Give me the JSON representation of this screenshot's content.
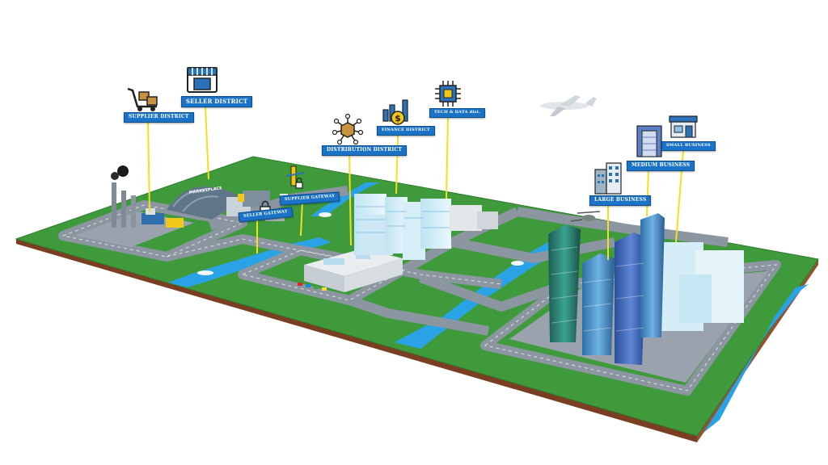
{
  "labels": {
    "supplier_district": "SUPPLIER DISTRICT",
    "seller_district": "SELLER DISTRICT",
    "distribution_district": "DISTRIBUTION DISTRICT",
    "finance_district": "FINANCE DISTRICT",
    "tech_data_district": "TECH & DATA dist.",
    "supplier_gateway": "SUPPLIER GATEWAY",
    "seller_gateway": "SELLER GATEWAY",
    "large_business": "LARGE BUSINESS",
    "medium_business": "MEDIUM BUSINESS",
    "small_business": "SMALL BUSINESS"
  },
  "sign": {
    "marketplace": "MARKETPLACE"
  },
  "icons": {
    "supplier": "hand-truck-boxes-icon",
    "seller": "storefront-icon",
    "distribution": "network-box-icon",
    "finance": "bar-chart-dollar-icon",
    "tech": "microchip-icon",
    "supplier_gateway": "gateway-padlock-icon",
    "seller_gateway": "padlock-icon",
    "large_business": "office-buildings-icon",
    "medium_business": "office-building-icon",
    "small_business": "shop-icon"
  },
  "colors": {
    "label_bg": "#1a73c7",
    "ground": "#3f9a3c",
    "road": "#8c96a0",
    "water": "#2aa3e6",
    "soil": "#8a4a2a",
    "leader_line": "#f0e020"
  }
}
